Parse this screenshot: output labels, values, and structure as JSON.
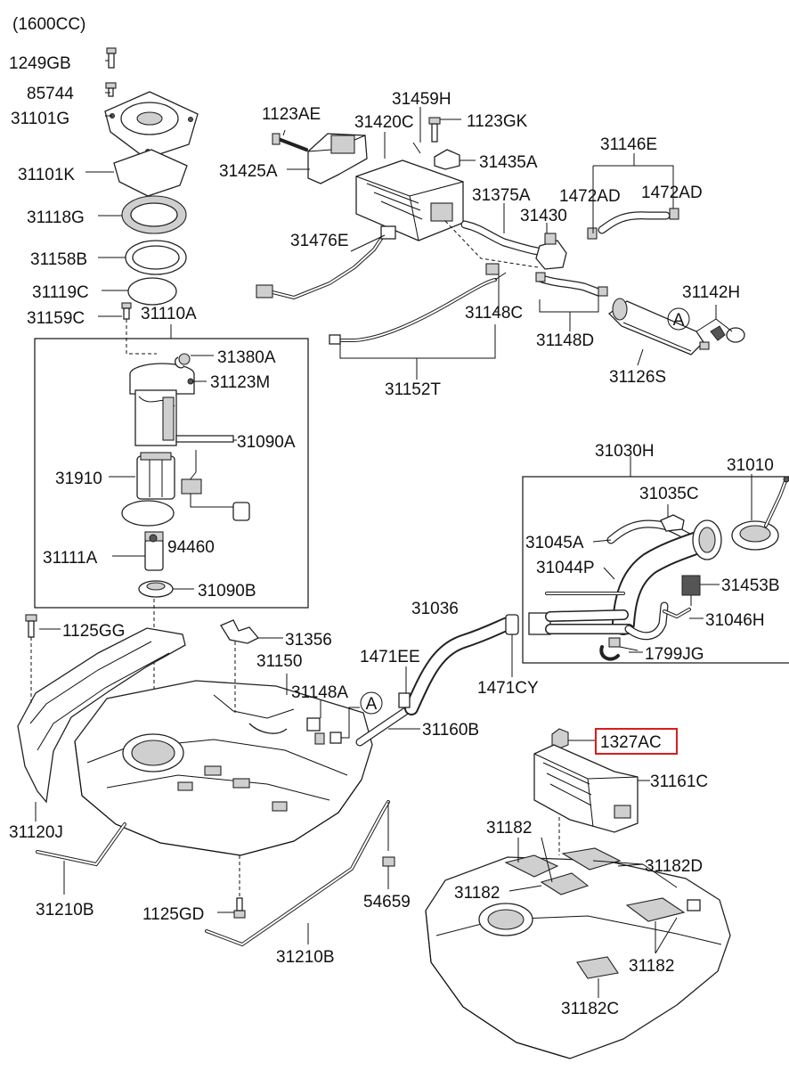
{
  "title": "(1600CC)",
  "labels": {
    "l1249GB": "1249GB",
    "l85744": "85744",
    "l31101G": "31101G",
    "l31101K": "31101K",
    "l31118G": "31118G",
    "l31158B": "31158B",
    "l31119C": "31119C",
    "l31159C": "31159C",
    "l31110A": "31110A",
    "l31380A": "31380A",
    "l31123M": "31123M",
    "l31090A": "31090A",
    "l31910": "31910",
    "l94460": "94460",
    "l31111A": "31111A",
    "l31090B": "31090B",
    "l1125GG": "1125GG",
    "l31356": "31356",
    "l31150": "31150",
    "l31148A_low": "31148A",
    "l1471EE": "1471EE",
    "l31036": "31036",
    "l1471CY": "1471CY",
    "l31160B": "31160B",
    "l31120J": "31120J",
    "l31210B_left": "31210B",
    "l1125GD": "1125GD",
    "l54659": "54659",
    "l31210B_right": "31210B",
    "l1123AE": "1123AE",
    "l31420C": "31420C",
    "l31459H": "31459H",
    "l1123GK": "1123GK",
    "l31425A": "31425A",
    "l31435A": "31435A",
    "l31146E": "31146E",
    "l31375A": "31375A",
    "l31430": "31430",
    "l1472AD_a": "1472AD",
    "l1472AD_b": "1472AD",
    "l31476E": "31476E",
    "l31142H": "31142H",
    "l31148C": "31148C",
    "l31148D": "31148D",
    "l31152T": "31152T",
    "l31126S": "31126S",
    "l31030H": "31030H",
    "l31010": "31010",
    "l31035C": "31035C",
    "l31045A": "31045A",
    "l31044P": "31044P",
    "l31453B": "31453B",
    "l31046H": "31046H",
    "l1799JG": "1799JG",
    "l1327AC": "1327AC",
    "l31161C": "31161C",
    "l31182_a": "31182",
    "l31182D": "31182D",
    "l31182_b": "31182",
    "l31182_c": "31182",
    "l31182C": "31182C"
  },
  "callout_letter_upper": "A",
  "callout_letter_lower": "A",
  "highlight_color": "#d91d1d"
}
